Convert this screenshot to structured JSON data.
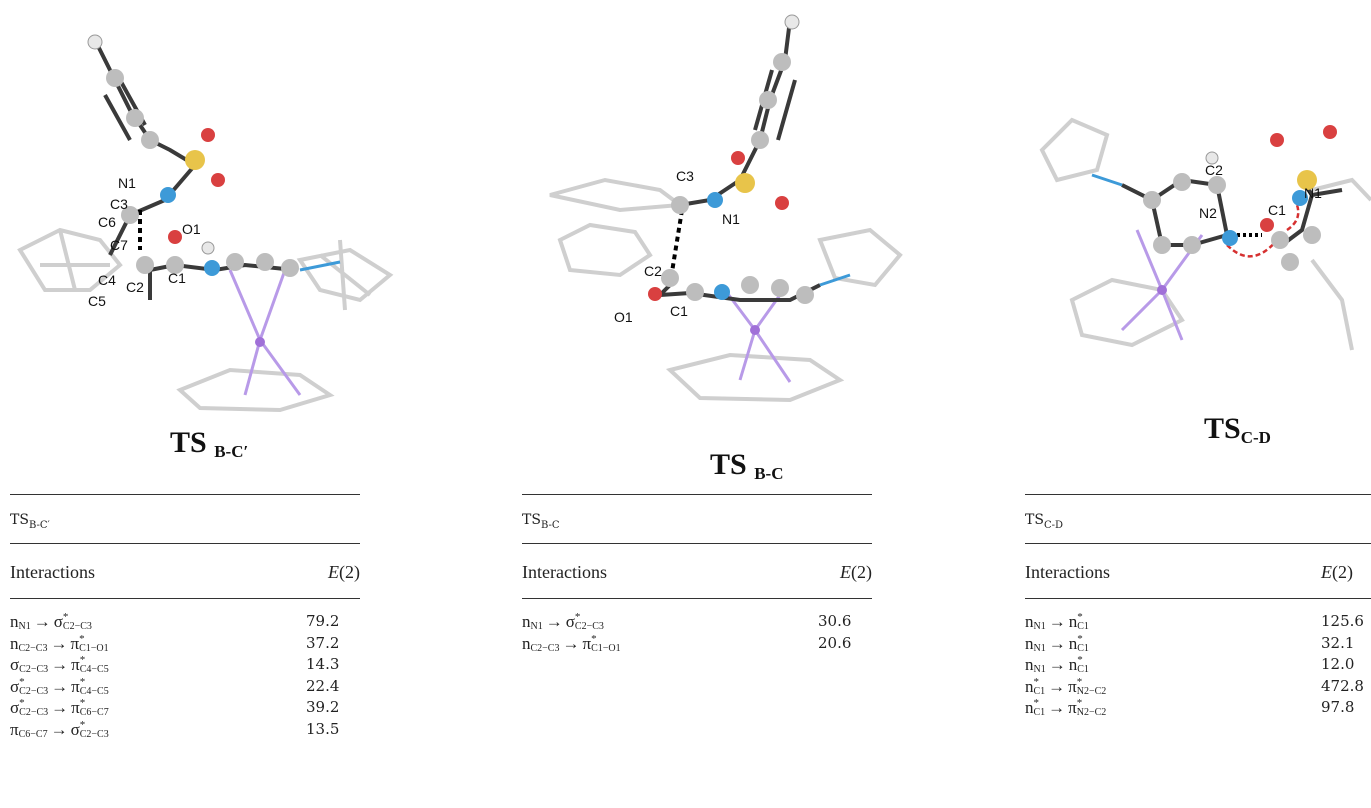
{
  "panels": [
    {
      "title_main": "TS",
      "title_sub": "B-C′",
      "atom_labels": [
        "N1",
        "C3",
        "C6",
        "O1",
        "C7",
        "C1",
        "C4",
        "C2",
        "C5"
      ],
      "table": {
        "label_main": "TS",
        "label_sub": "B-C′",
        "col_interactions": "Interactions",
        "col_energy_main": "E",
        "col_energy_paren": "(2)",
        "rows": [
          {
            "donor": "n",
            "donor_sub": "N1",
            "acceptor": "σ",
            "acceptor_sup": "*",
            "acceptor_sub": "C2−C3",
            "value": "79.2"
          },
          {
            "donor": "n",
            "donor_sub": "C2−C3",
            "acceptor": "π",
            "acceptor_sup": "*",
            "acceptor_sub": "C1−O1",
            "value": "37.2"
          },
          {
            "donor": "σ",
            "donor_sub": "C2−C3",
            "acceptor": "π",
            "acceptor_sup": "*",
            "acceptor_sub": "C4−C5",
            "value": "14.3"
          },
          {
            "donor": "σ",
            "donor_sup": "*",
            "donor_sub": "C2−C3",
            "acceptor": "π",
            "acceptor_sup": "*",
            "acceptor_sub": "C4−C5",
            "value": "22.4"
          },
          {
            "donor": "σ",
            "donor_sup": "*",
            "donor_sub": "C2−C3",
            "acceptor": "π",
            "acceptor_sup": "*",
            "acceptor_sub": "C6−C7",
            "value": "39.2"
          },
          {
            "donor": "π",
            "donor_sub": "C6−C7",
            "acceptor": "σ",
            "acceptor_sup": "*",
            "acceptor_sub": "C2−C3",
            "value": "13.5"
          }
        ]
      }
    },
    {
      "title_main": "TS",
      "title_sub": "B-C",
      "atom_labels": [
        "C3",
        "N1",
        "C2",
        "O1",
        "C1"
      ],
      "table": {
        "label_main": "TS",
        "label_sub": "B-C",
        "col_interactions": "Interactions",
        "col_energy_main": "E",
        "col_energy_paren": "(2)",
        "rows": [
          {
            "donor": "n",
            "donor_sub": "N1",
            "acceptor": "σ",
            "acceptor_sup": "*",
            "acceptor_sub": "C2−C3",
            "value": "30.6"
          },
          {
            "donor": "n",
            "donor_sub": "C2−C3",
            "acceptor": "π",
            "acceptor_sup": "*",
            "acceptor_sub": "C1−O1",
            "value": "20.6"
          }
        ]
      }
    },
    {
      "title_main": "TS",
      "title_sub": "C-D",
      "atom_labels": [
        "C2",
        "N2",
        "C1",
        "N1"
      ],
      "table": {
        "label_main": "TS",
        "label_sub": "C-D",
        "col_interactions": "Interactions",
        "col_energy_main": "E",
        "col_energy_paren": "(2)",
        "rows": [
          {
            "donor": "n",
            "donor_sub": "N1",
            "acceptor": "n",
            "acceptor_sup": "*",
            "acceptor_sub": "C1",
            "value": "125.6"
          },
          {
            "donor": "n",
            "donor_sub": "N1",
            "acceptor": "n",
            "acceptor_sup": "*",
            "acceptor_sub": "C1",
            "value": "32.1"
          },
          {
            "donor": "n",
            "donor_sub": "N1",
            "acceptor": "n",
            "acceptor_sup": "*",
            "acceptor_sub": "C1",
            "value": "12.0"
          },
          {
            "donor": "n",
            "donor_sup": "*",
            "donor_sub": "C1",
            "acceptor": "π",
            "acceptor_sup": "*",
            "acceptor_sub": "N2−C2",
            "value": "472.8"
          },
          {
            "donor": "n",
            "donor_sup": "*",
            "donor_sub": "C1",
            "acceptor": "π",
            "acceptor_sup": "*",
            "acceptor_sub": "N2−C2",
            "value": "97.8"
          }
        ]
      }
    }
  ],
  "arrow_symbol": "→",
  "colors": {
    "carbon": "#bdbdbd",
    "hydrogen": "#e8e8e8",
    "nitrogen": "#3d9ad8",
    "oxygen": "#d94040",
    "sulfur": "#e8c44a",
    "metal": "#a070d8",
    "bond": "#3a3a3a"
  }
}
